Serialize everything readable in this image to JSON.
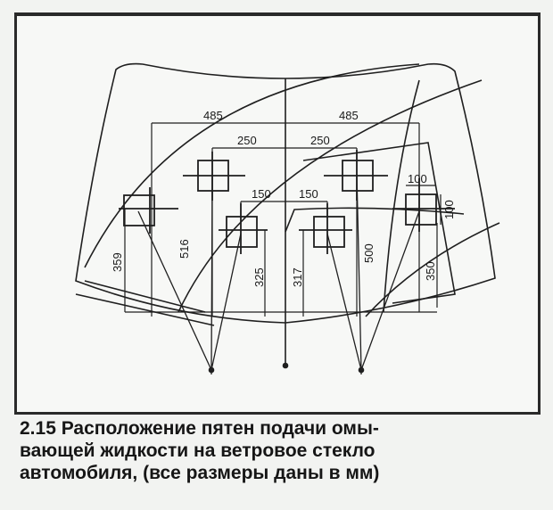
{
  "figure": {
    "caption_lines": [
      "2.15 Расположение пятен подачи омы-",
      "вающей жидкости на ветровое стекло",
      "автомобиля, (все размеры даны в мм)"
    ],
    "dimensions": {
      "left_outer_width": "485",
      "right_outer_width": "485",
      "left_mid_width": "250",
      "right_mid_width": "250",
      "left_inner_width": "150",
      "right_inner_width": "150",
      "spot_width": "100",
      "spot_height": "100",
      "h_left_outer": "359",
      "h_left_mid": "516",
      "h_left_inner": "325",
      "h_right_inner": "317",
      "h_right_mid": "500",
      "h_right_outer": "350"
    }
  }
}
